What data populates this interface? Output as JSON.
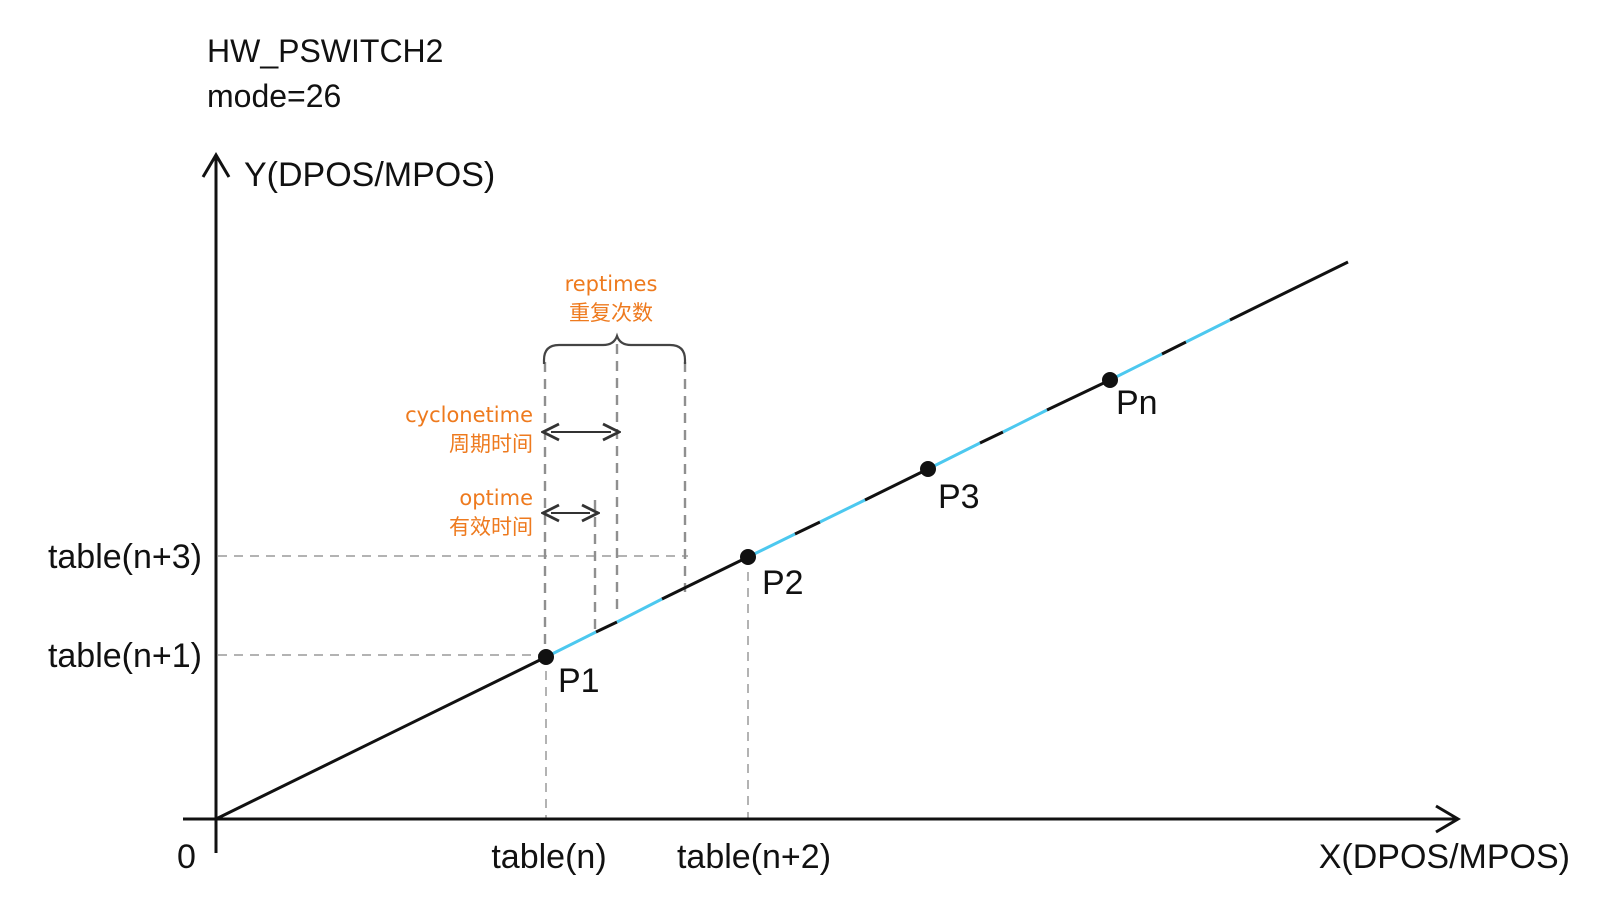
{
  "title": {
    "line1": "HW_PSWITCH2",
    "line2": "mode=26"
  },
  "axes": {
    "y_label": "Y(DPOS/MPOS)",
    "x_label": "X(DPOS/MPOS)",
    "origin_label": "0"
  },
  "ticks": {
    "y": [
      "table(n+3)",
      "table(n+1)"
    ],
    "x": [
      "table(n)",
      "table(n+2)"
    ]
  },
  "points": [
    "P1",
    "P2",
    "P3",
    "Pn"
  ],
  "annotations": {
    "reptimes": {
      "en": "reptimes",
      "zh": "重复次数"
    },
    "cyclonetime": {
      "en": "cyclonetime",
      "zh": "周期时间"
    },
    "optime": {
      "en": "optime",
      "zh": "有效时间"
    }
  },
  "colors": {
    "annotation": "#ee7a1e",
    "active_segment": "#4cc8ef",
    "line": "#111111",
    "guide": "#b3b3b3"
  }
}
